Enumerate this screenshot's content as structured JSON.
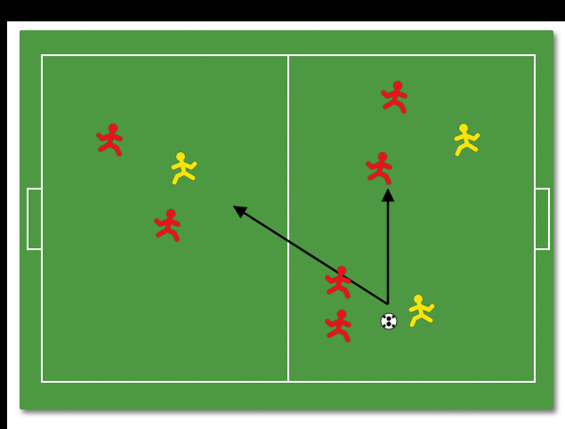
{
  "colors": {
    "frame": "#000000",
    "grass_light": "#4a9a3c",
    "grass_dark": "#2e7a2a",
    "lines": "#ffffff",
    "team_red": "#e8141a",
    "team_yellow": "#f5e40c",
    "arrows": "#000000",
    "ball": "#ffffff"
  },
  "pitch": {
    "field_lines": [
      "outer-boundary",
      "halfway-line",
      "left-goal",
      "right-goal"
    ]
  },
  "players": {
    "red": [
      {
        "id": "red-1",
        "icon": "running-player-icon"
      },
      {
        "id": "red-2",
        "icon": "running-player-icon"
      },
      {
        "id": "red-3",
        "icon": "running-player-icon"
      },
      {
        "id": "red-4",
        "icon": "running-player-icon"
      },
      {
        "id": "red-5",
        "icon": "running-player-icon"
      },
      {
        "id": "red-6",
        "icon": "running-player-icon"
      }
    ],
    "yellow": [
      {
        "id": "yellow-1",
        "icon": "running-player-icon"
      },
      {
        "id": "yellow-2",
        "icon": "running-player-icon"
      },
      {
        "id": "yellow-3",
        "icon": "running-player-icon"
      }
    ]
  },
  "ball": {
    "icon": "soccer-ball-icon"
  },
  "arrows": [
    {
      "id": "pass-long",
      "icon": "arrow-icon"
    },
    {
      "id": "pass-forward",
      "icon": "arrow-icon"
    }
  ]
}
